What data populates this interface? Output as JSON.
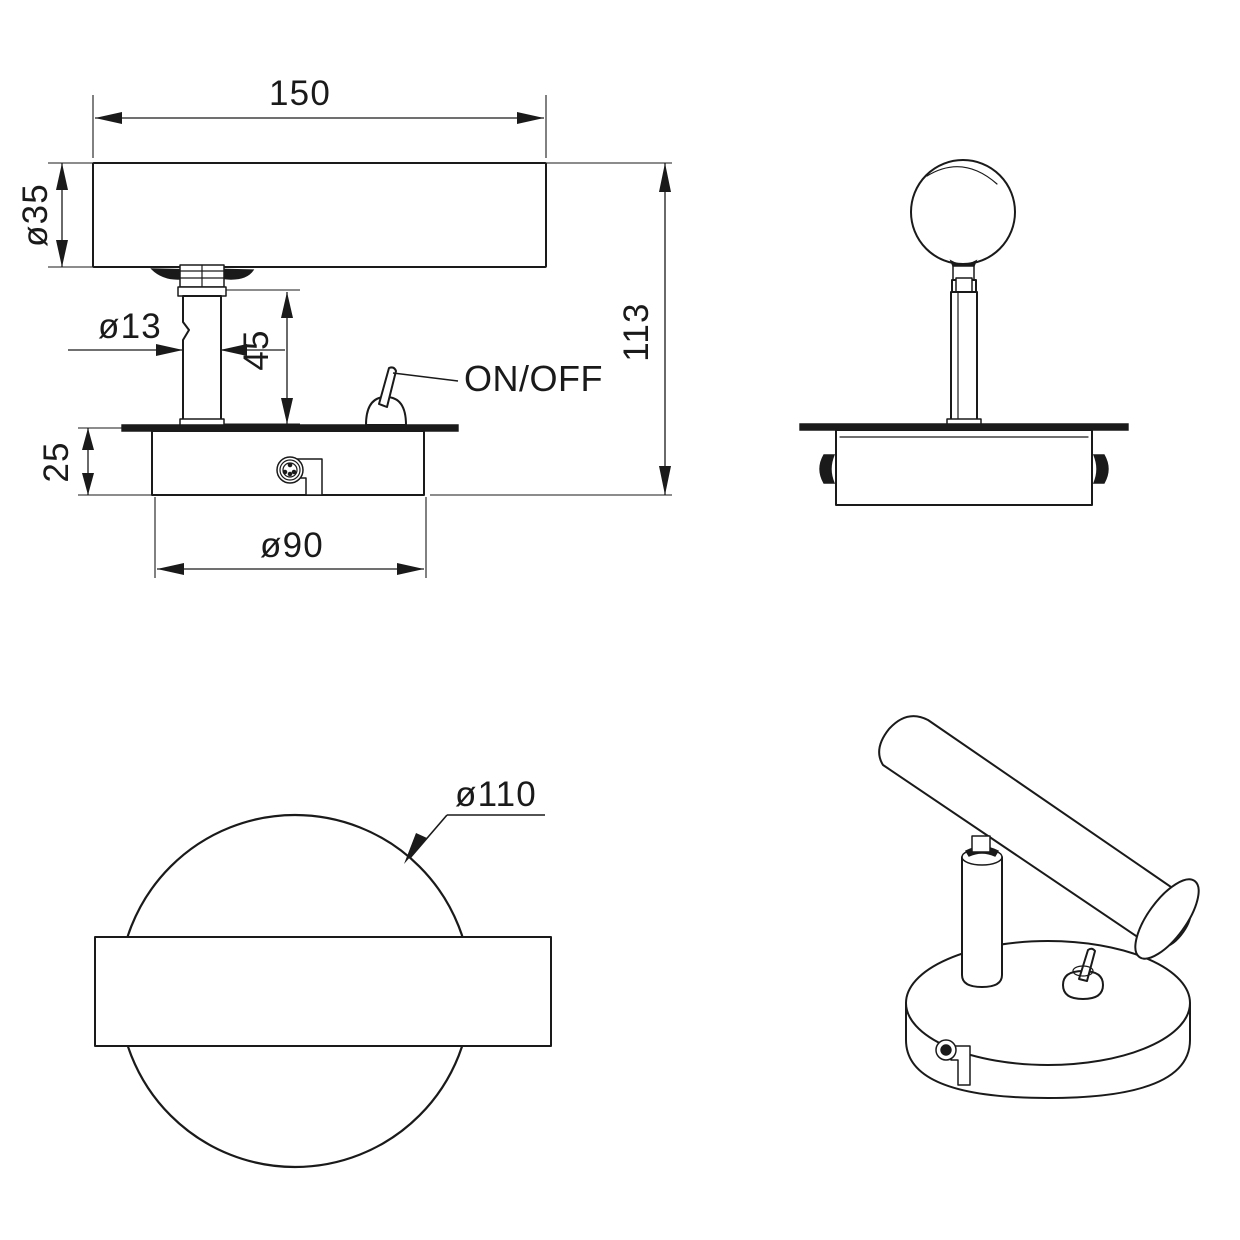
{
  "drawing": {
    "title": "Wall spot light - technical dimension drawing",
    "line_color": "#1a1a1a",
    "background_color": "#ffffff",
    "units": "mm"
  },
  "dimensions": {
    "body_length": "150",
    "body_diameter": "ø35",
    "stem_diameter": "ø13",
    "stem_height": "45",
    "overall_height": "113",
    "base_height": "25",
    "base_diameter": "ø90",
    "plate_diameter": "ø110"
  },
  "labels": {
    "switch": "ON/OFF"
  },
  "views": {
    "side_view": {
      "name": "side elevation",
      "parts": [
        "lamp-body",
        "swivel-joint",
        "stem",
        "base-plate",
        "base-housing",
        "cable-connector",
        "toggle-switch"
      ]
    },
    "front_view": {
      "name": "front elevation",
      "parts": [
        "lamp-head-circle",
        "fork-bracket",
        "stem",
        "base-plate",
        "base-housing",
        "side-screws"
      ]
    },
    "top_view": {
      "name": "top / plan view",
      "parts": [
        "mounting-plate-circle",
        "lamp-body-rectangle"
      ]
    },
    "iso_view": {
      "name": "isometric view",
      "parts": [
        "lamp-body-cylinder",
        "stem",
        "base-disc",
        "toggle-switch",
        "cable-connector"
      ]
    }
  }
}
